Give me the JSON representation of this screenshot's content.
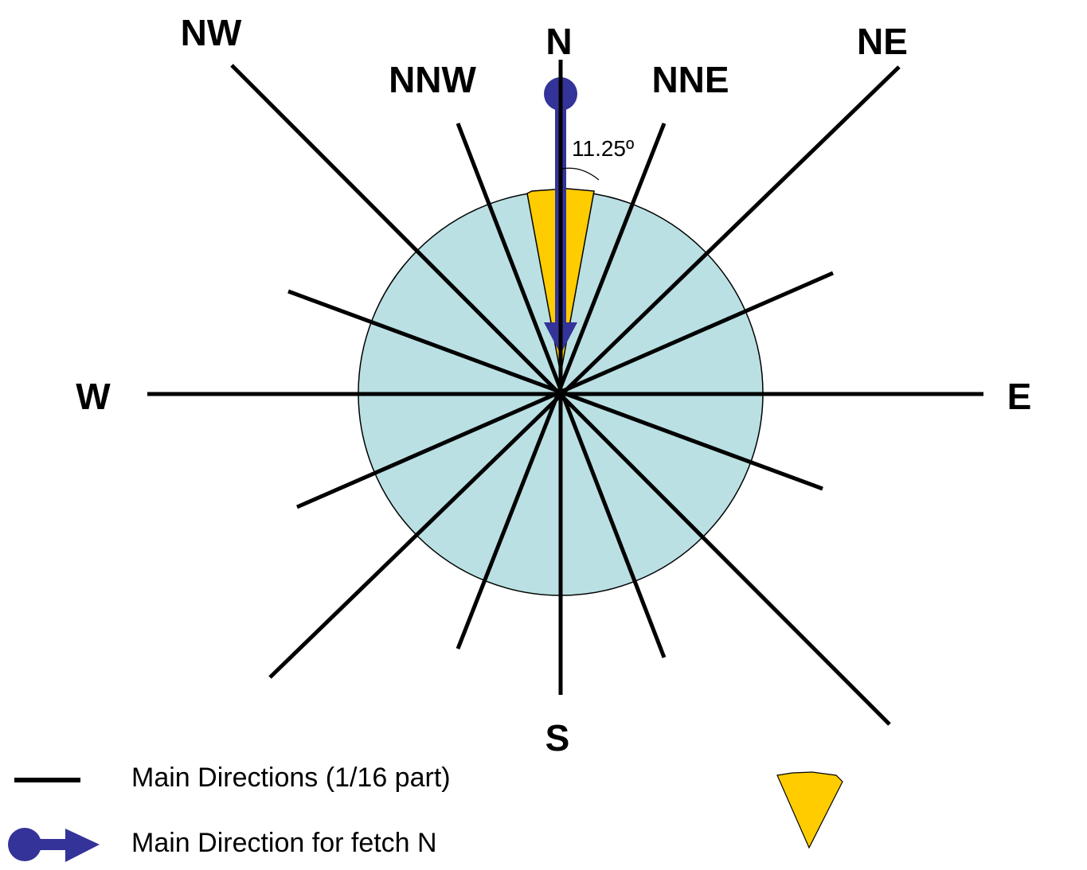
{
  "compass": {
    "labels": {
      "n": "N",
      "nne": "NNE",
      "ne": "NE",
      "nnw": "NNW",
      "nw": "NW",
      "w": "W",
      "e": "E",
      "s": "S"
    },
    "angle_label": "11.25º"
  },
  "colors": {
    "circle_fill": "#BAE0E3",
    "sector_fill": "#FFCC00",
    "arrow_color": "#333399",
    "line_color": "#000000"
  },
  "legend": {
    "main_directions": "Main Directions (1/16 part)",
    "main_direction_fetch": "Main Direction for fetch N"
  }
}
